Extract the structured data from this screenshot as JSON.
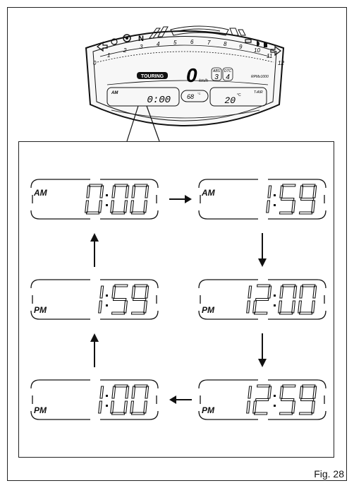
{
  "figure_label": "Fig. 28",
  "dashboard": {
    "neutral_indicator": "N",
    "speed_ticks": [
      "0",
      "1",
      "2",
      "3",
      "4",
      "5",
      "6",
      "7",
      "8",
      "9",
      "10",
      "11",
      "12"
    ],
    "mode_label": "TOURING",
    "speed_value": "0",
    "speed_unit": "km/h",
    "abs_label": "ABS",
    "abs_value": "3",
    "dtc_label": "DTC",
    "dtc_value": "4",
    "rpm_label": "RPMx1000",
    "clock_period": "AM",
    "clock_value": "0:00",
    "engine_temp": "68",
    "engine_temp_unit": "°C",
    "air_temp_label": "T-AIR",
    "air_temp": "20",
    "air_temp_unit": "°C"
  },
  "clock_steps": [
    {
      "period": "AM",
      "time": "0:00"
    },
    {
      "period": "AM",
      "time": "1:59"
    },
    {
      "period": "PM",
      "time": "12:00"
    },
    {
      "period": "PM",
      "time": "12:59"
    },
    {
      "period": "PM",
      "time": "1:00"
    },
    {
      "period": "PM",
      "time": "1:59"
    }
  ],
  "icons": {
    "left_turn": "left-turn-signal-icon",
    "right_turn": "right-turn-signal-icon",
    "oil": "oil-pressure-icon",
    "fuel": "fuel-icon",
    "beam": "high-beam-icon",
    "arrows": "arrow-icon"
  }
}
